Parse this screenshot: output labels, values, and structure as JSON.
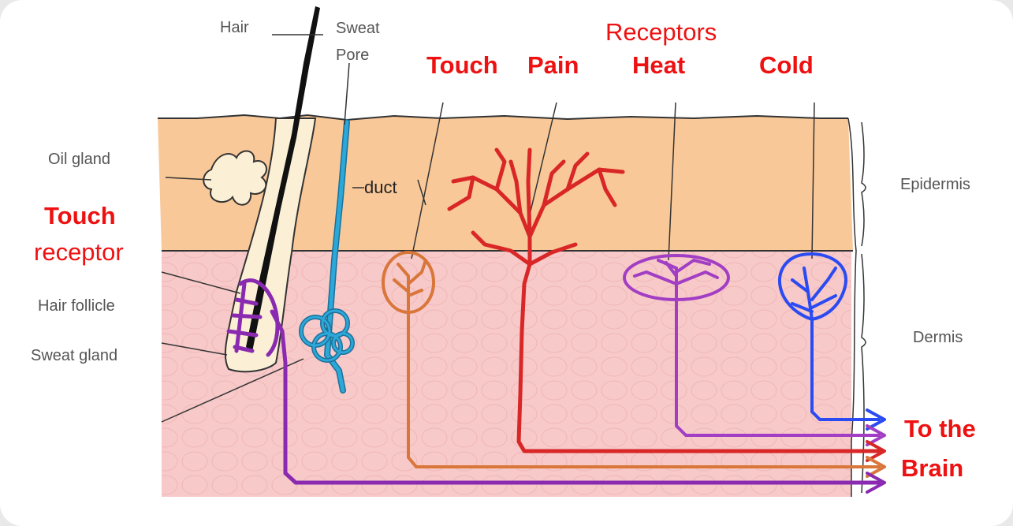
{
  "labels": {
    "hair": "Hair",
    "sweat_pore_line1": "Sweat",
    "sweat_pore_line2": "Pore",
    "receptors_heading": "Receptors",
    "touch": "Touch",
    "pain": "Pain",
    "heat": "Heat",
    "cold": "Cold",
    "oil_gland": "Oil gland",
    "duct": "duct",
    "touch_receptor_line1": "Touch",
    "touch_receptor_line2": "receptor",
    "hair_follicle": "Hair follicle",
    "sweat_gland": "Sweat gland",
    "epidermis": "Epidermis",
    "dermis": "Dermis",
    "to_the_brain_line1": "To the",
    "to_the_brain_line2": "Brain"
  },
  "colors": {
    "epidermis": "#f9c898",
    "dermis": "#f7c9c9",
    "label_red": "#ee1111",
    "touch_follicle_nerve": "#8a2ab0",
    "touch_nerve": "#d9763a",
    "pain_nerve": "#d92626",
    "heat_nerve": "#a23ec4",
    "cold_nerve": "#2b4bf2",
    "sweat_duct": "#2ba8d8"
  }
}
